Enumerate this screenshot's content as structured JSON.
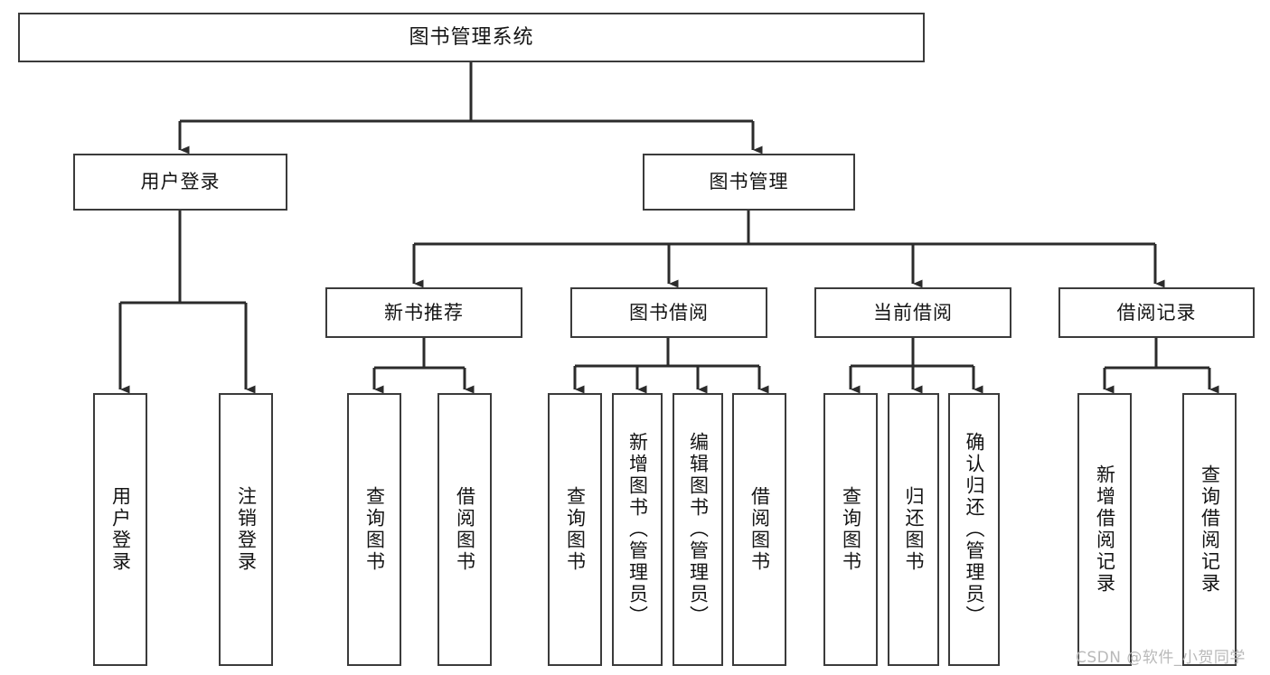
{
  "diagram": {
    "title": "图书管理系统",
    "watermark": "CSDN @软件_小贺同学",
    "colors": {
      "background": "#ffffff",
      "box_border": "#3b3b3b",
      "connector": "#2b2b2b",
      "text": "#141414",
      "watermark": "#b9b9b9"
    },
    "nodes": {
      "root": {
        "label": "图书管理系统",
        "level": 1
      },
      "level2": [
        {
          "id": "user-login",
          "label": "用户登录"
        },
        {
          "id": "book-manage",
          "label": "图书管理"
        }
      ],
      "level3": [
        {
          "id": "new-book-recommend",
          "label": "新书推荐"
        },
        {
          "id": "book-borrow",
          "label": "图书借阅"
        },
        {
          "id": "current-borrow",
          "label": "当前借阅"
        },
        {
          "id": "borrow-record",
          "label": "借阅记录"
        }
      ],
      "leaves": {
        "user_login": [
          {
            "id": "leaf-user-login",
            "label": "用户登录"
          },
          {
            "id": "leaf-logout-login",
            "label": "注销登录"
          }
        ],
        "new_book_recommend": [
          {
            "id": "leaf-query-book-1",
            "label": "查询图书"
          },
          {
            "id": "leaf-borrow-book-1",
            "label": "借阅图书"
          }
        ],
        "book_borrow": [
          {
            "id": "leaf-query-book-2",
            "label": "查询图书"
          },
          {
            "id": "leaf-add-book",
            "label": "新增图书（管理员）"
          },
          {
            "id": "leaf-edit-book",
            "label": "编辑图书（管理员）"
          },
          {
            "id": "leaf-borrow-book-2",
            "label": "借阅图书"
          }
        ],
        "current_borrow": [
          {
            "id": "leaf-query-book-3",
            "label": "查询图书"
          },
          {
            "id": "leaf-return-book",
            "label": "归还图书"
          },
          {
            "id": "leaf-confirm-return",
            "label": "确认归还（管理员）"
          }
        ],
        "borrow_record": [
          {
            "id": "leaf-add-record",
            "label": "新增借阅记录"
          },
          {
            "id": "leaf-query-record",
            "label": "查询借阅记录"
          }
        ]
      }
    }
  }
}
